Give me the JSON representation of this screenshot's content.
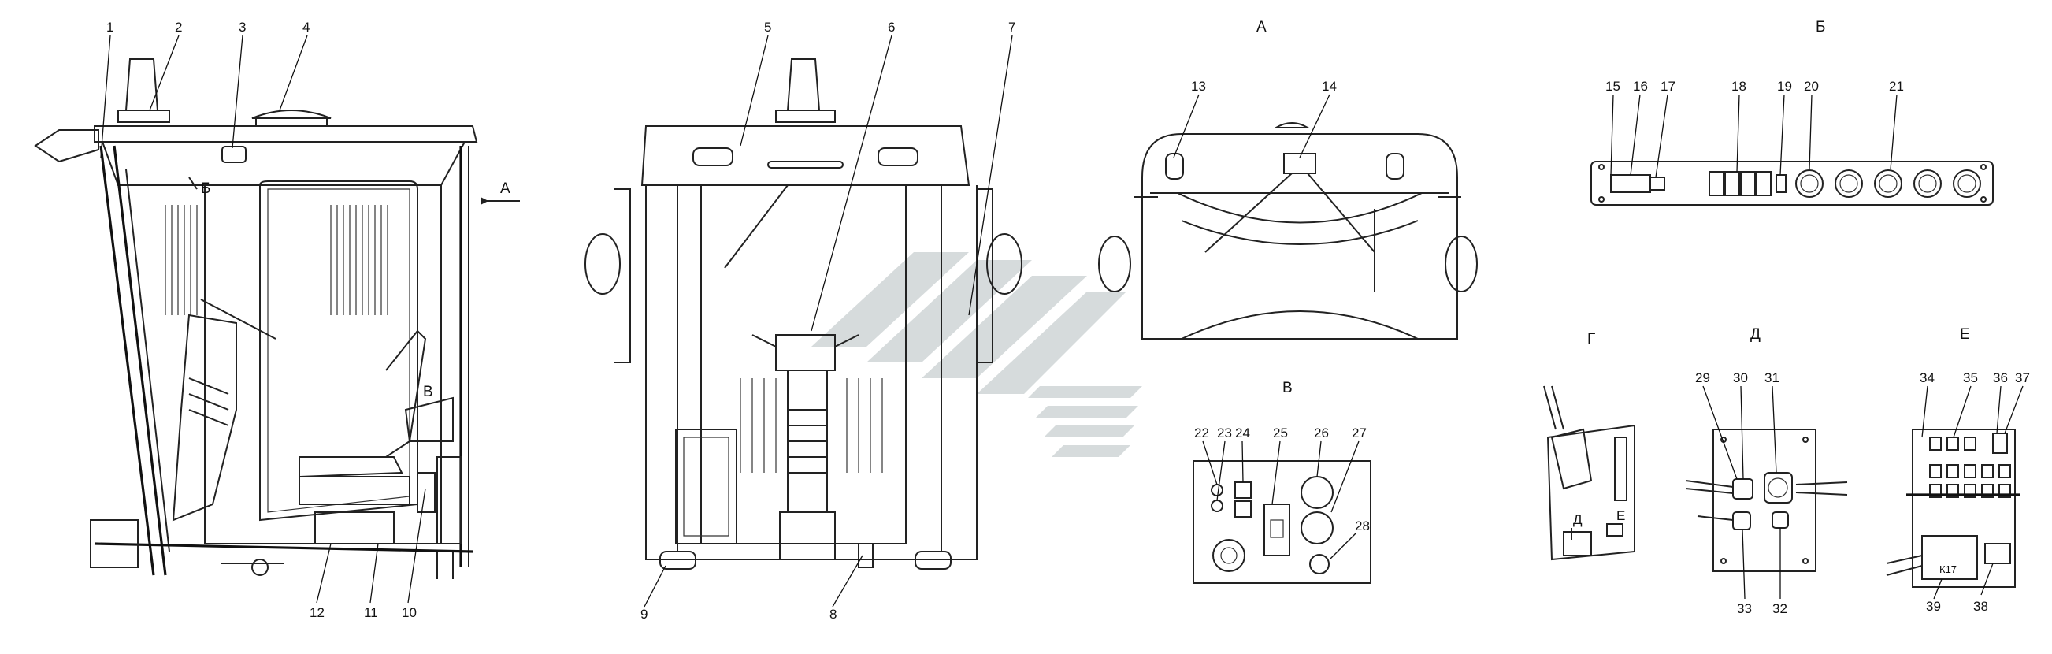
{
  "callouts": [
    "1",
    "2",
    "3",
    "4",
    "5",
    "6",
    "7",
    "8",
    "9",
    "10",
    "11",
    "12",
    "13",
    "14",
    "15",
    "16",
    "17",
    "18",
    "19",
    "20",
    "21",
    "22",
    "23",
    "24",
    "25",
    "26",
    "27",
    "28",
    "29",
    "30",
    "31",
    "32",
    "33",
    "34",
    "35",
    "36",
    "37",
    "38",
    "39"
  ],
  "view_labels": {
    "A_arrow": "А",
    "B_side": "Б",
    "V_side": "В",
    "D_small": "Д",
    "E_small": "Е",
    "A_title": "А",
    "B_title": "Б",
    "V_title": "В",
    "G_title": "Г",
    "D_title": "Д",
    "E_title": "Е"
  },
  "relay_label": "К17",
  "colors": {
    "ink": "#222222",
    "watermark": "#d3d8d9"
  }
}
